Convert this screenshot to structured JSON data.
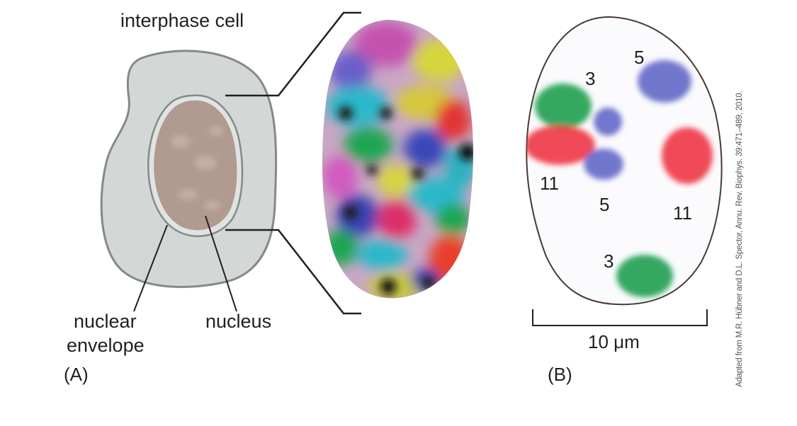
{
  "panel_a": {
    "title_partial": "interphase cell",
    "label_nuclear_envelope_line1": "nuclear",
    "label_nuclear_envelope_line2": "envelope",
    "label_nucleus": "nucleus",
    "panel_letter": "(A)"
  },
  "panel_b": {
    "chromosome_labels": [
      "3",
      "5",
      "11",
      "5",
      "11",
      "3"
    ],
    "scale_bar_label": "10 μm",
    "panel_letter": "(B)"
  },
  "credit": "Adapted from M.R. Hübner and D.L. Spector, Annu. Rev. Biophys. 39:471–489, 2010.",
  "colors": {
    "cytoplasm": "#d3d8d6",
    "nucleus": "#b19a90",
    "red": "#ee2b3b",
    "green": "#1fa04f",
    "blue": "#5a5fc6",
    "cyan": "#2fb9c8",
    "yellow": "#d8d83a",
    "magenta": "#d24aa8"
  }
}
